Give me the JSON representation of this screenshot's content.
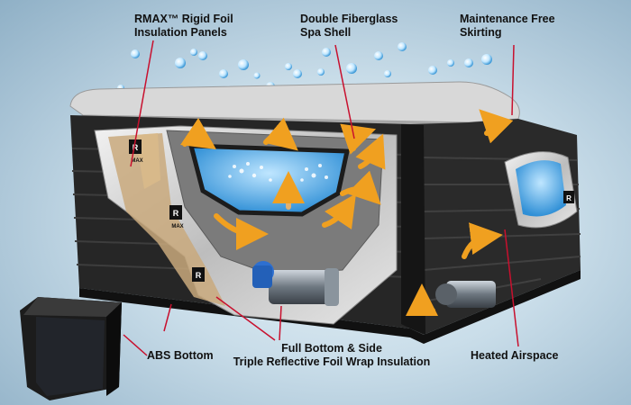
{
  "labels": {
    "rmax_line1": "RMAX™ Rigid Foil",
    "rmax_line2": "Insulation Panels",
    "shell_line1": "Double Fiberglass",
    "shell_line2": "Spa Shell",
    "skirt_line1": "Maintenance Free",
    "skirt_line2": "Skirting",
    "abs": "ABS Bottom",
    "wrap_line1": "Full Bottom & Side",
    "wrap_line2": "Triple Reflective Foil Wrap Insulation",
    "airspace": "Heated Airspace"
  },
  "panel_logo": "R MAX",
  "colors": {
    "leader": "#c8102e",
    "skirting": "#2a2a2a",
    "cover": "#dcdcdc",
    "water": "#4fa8e0",
    "arrow": "#f0a020",
    "pump": "#2d6fd0"
  }
}
